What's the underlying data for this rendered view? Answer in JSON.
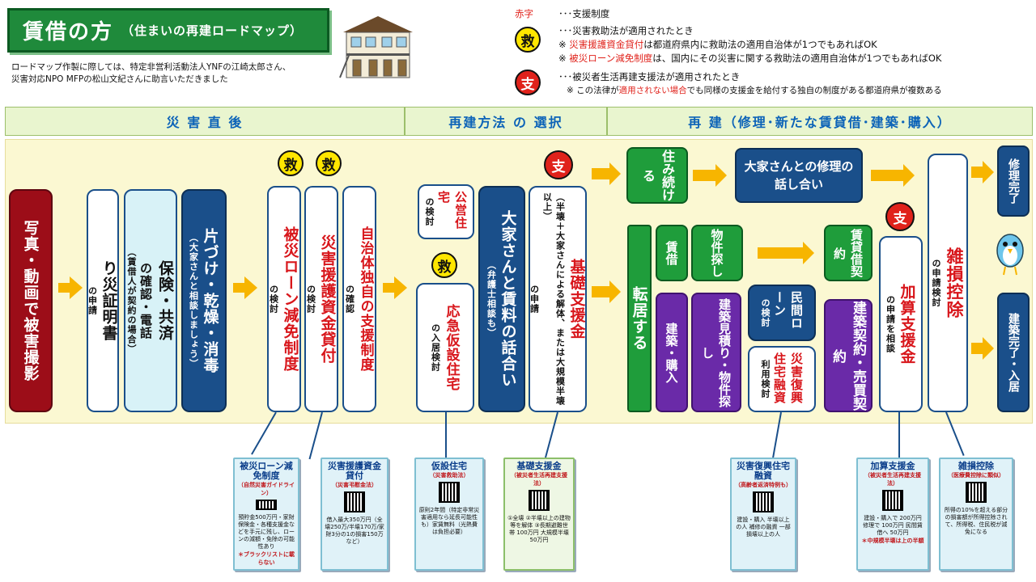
{
  "header": {
    "title": "賃借の方",
    "subtitle": "（住まいの再建ロードマップ）",
    "credit_line1": "ロードマップ作製に際しては、特定非営利活動法人YNFの江崎太郎さん、",
    "credit_line2": "災害対応NPO MFPの松山文紀さんに助言いただきました"
  },
  "legend": {
    "red_label": "赤字",
    "red_desc": "･･･支援制度",
    "kyu_symbol": "救",
    "kyu_desc": "･･･災害救助法が適用されたとき",
    "kyu_note1_pre": "※",
    "kyu_note1_red": "災害援護資金貸付",
    "kyu_note1_post": "は都道府県内に救助法の適用自治体が1つでもあればOK",
    "kyu_note2_pre": "※",
    "kyu_note2_red": "被災ローン減免制度",
    "kyu_note2_post": "は、国内にその災害に関する救助法の適用自治体が1つでもあればOK",
    "shi_symbol": "支",
    "shi_desc": "･･･被災者生活再建支援法が適用されたとき",
    "shi_note_pre": "※ この法律が",
    "shi_note_red": "適用されない場合",
    "shi_note_post": "でも同様の支援金を給付する独自の制度がある都道府県が複数ある"
  },
  "phases": {
    "p1": "災 害 直 後",
    "p2": "再建方法 の 選択",
    "p3": "再 建（修理･新たな賃貸借･建築･購入）"
  },
  "boxes": {
    "photo": "写真・動画で被害撮影",
    "cert_big": "り災証明書",
    "cert_sm": "の申請",
    "ins_big": "保険・共済",
    "ins_mid": "の確認・電話",
    "ins_sm": "（賃借人が契約の場合）",
    "clean_big": "片づけ・乾燥・消毒",
    "clean_sm": "（大家さんと相談しましょう）",
    "loan_big": "被災ローン減免制度",
    "loan_sm": "の検討",
    "engo_big": "災害援護資金貸付",
    "engo_sm": "の検討",
    "local_big": "自治体独自の支援制度",
    "local_sm": "の確認",
    "public_big": "公営住宅",
    "public_sm": "の検討",
    "temp_big": "応急仮設住宅",
    "temp_sm": "の入居検討",
    "owner_big": "大家さんと賃料の話合い",
    "owner_sm": "（弁護士相談も）",
    "kiso_big": "基礎支援金",
    "kiso_sm": "（半壊＋大家さんによる解体、または大規模半壊以上）",
    "kiso_tail": "の申請",
    "stay": "住み続ける",
    "repair_talk": "大家さんとの修理の話し合い",
    "move": "転居する",
    "rent": "賃借",
    "search": "物件探し",
    "lease": "賃貸借契約",
    "build": "建築・購入",
    "estimate": "建築見積り・物件探し",
    "private_loan_big": "民間ローン",
    "private_loan_sm": "の検討",
    "fukko_big": "災害復興住宅融資",
    "fukko_sm": "利用検討",
    "contract": "建築契約・売買契約",
    "kasan_big": "加算支援金",
    "kasan_sm": "の申請を相談",
    "zasson_big": "雑損控除",
    "zasson_sm": "の申請検討",
    "repair_done": "修理完了",
    "build_done": "建築完了・入居"
  },
  "cards": [
    {
      "title": "被災ローン減免制度",
      "sub": "（自然災害ガイドライン）",
      "body": "預貯金500万円・家財保険金・各種支援金などを手元に残し、ローンの減額・免除の可能性あり",
      "note": "＊ブラックリストに載らない"
    },
    {
      "title": "災害援護資金貸付",
      "sub": "（災害弔慰金法）",
      "body": "借入最大350万円（全壊250万/半壊170万/家財3分の1の損害150万など）",
      "note": ""
    },
    {
      "title": "仮設住宅",
      "sub": "（災害救助法）",
      "body": "原則2年間（特定非常災害適用なら延長可能性も）家賃無料（光熱費は負担必要）",
      "note": ""
    },
    {
      "title": "基礎支援金",
      "sub": "（被災者生活再建支援法）",
      "body": "①全壊 ②半壊以上の建物等を解体 ③長期避難世帯 100万円 大規模半壊 50万円",
      "note": ""
    },
    {
      "title": "災害復興住宅融資",
      "sub": "（高齢者返済特例も）",
      "body": "建設・購入 半壊以上の人 補修の融資 一部損壊以上の人",
      "note": ""
    },
    {
      "title": "加算支援金",
      "sub": "（被災者生活再建支援法）",
      "body": "建設・購入で 200万円 修理で 100万円 民間賃借へ 50万円",
      "note": "＊中規模半壊は上の半額"
    },
    {
      "title": "雑損控除",
      "sub": "（医療費控除に類似）",
      "body": "所得の10%を超える部分の損害額が所得控除されて、所得税、住民税が減免になる",
      "note": ""
    }
  ]
}
